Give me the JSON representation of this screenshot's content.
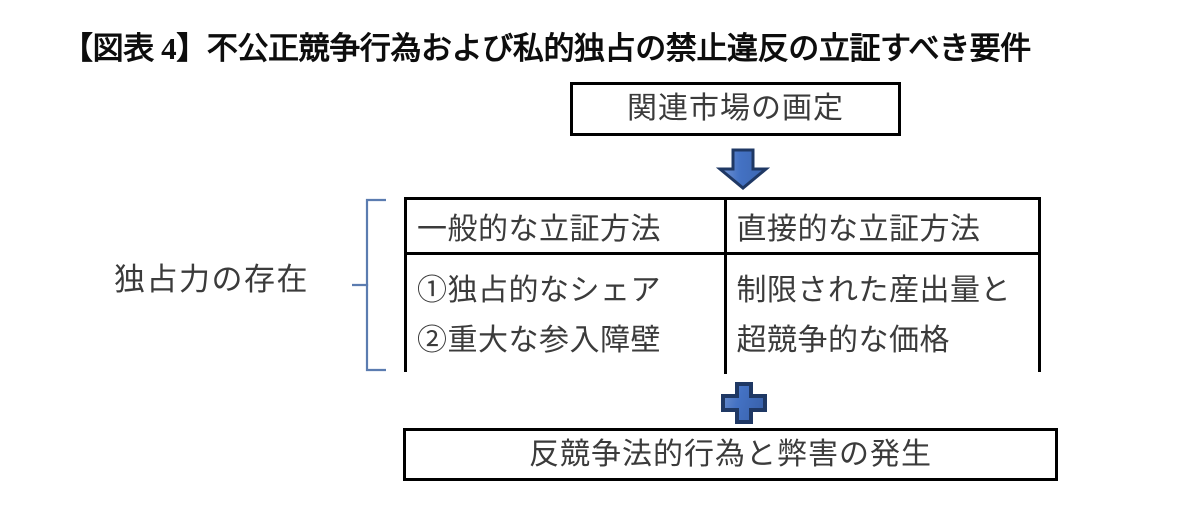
{
  "figure": {
    "title": "【図表 4】不公正競争行為および私的独占の禁止違反の立証すべき要件",
    "accent_blue": "#4472C4",
    "accent_blue_dark": "#1F3864",
    "bracket_blue": "#5B7CB0",
    "border_black": "#000000",
    "text_gray": "#3B3B3B"
  },
  "market_box": {
    "label": "関連市場の画定"
  },
  "down_arrow": {
    "icon": "arrow-down-icon"
  },
  "monopoly_section": {
    "label": "独占力の存在",
    "bracket_icon": "left-brace-icon"
  },
  "proof_table": {
    "headers": [
      "一般的な立証方法",
      "直接的な立証方法"
    ],
    "rows": [
      {
        "general": [
          "①独占的なシェア",
          "②重大な参入障壁"
        ],
        "direct": [
          "制限された産出量と",
          "超競争的な価格"
        ]
      }
    ]
  },
  "plus_sign": {
    "icon": "plus-icon"
  },
  "outcome_box": {
    "label": "反競争法的行為と弊害の発生"
  }
}
